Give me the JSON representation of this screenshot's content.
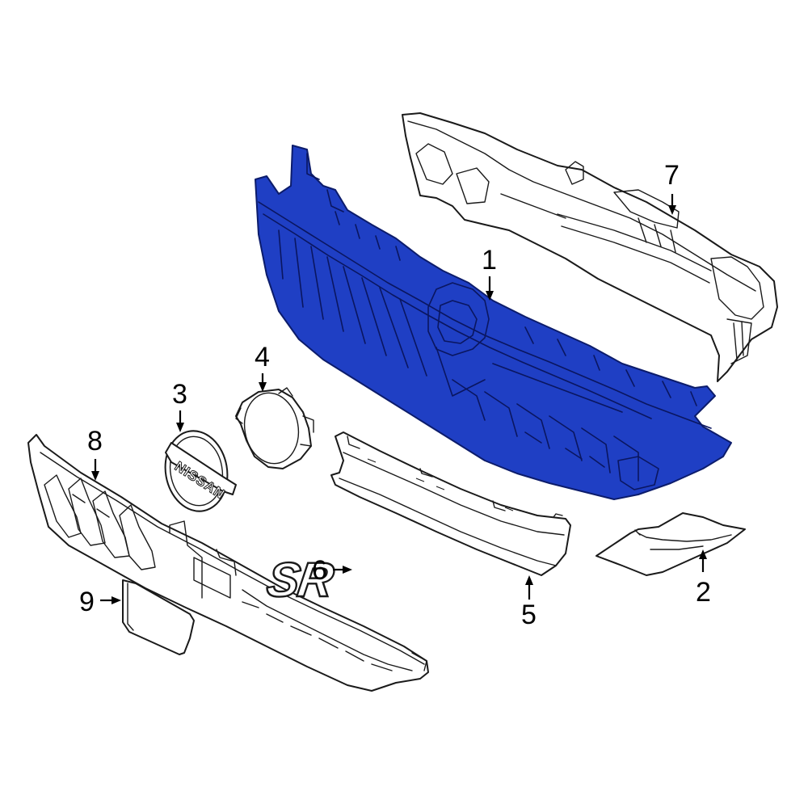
{
  "callouts": [
    {
      "id": "c1",
      "label": "1"
    },
    {
      "id": "c2",
      "label": "2"
    },
    {
      "id": "c3",
      "label": "3"
    },
    {
      "id": "c4",
      "label": "4"
    },
    {
      "id": "c5",
      "label": "5"
    },
    {
      "id": "c6",
      "label": "6"
    },
    {
      "id": "c7",
      "label": "7"
    },
    {
      "id": "c8",
      "label": "8"
    },
    {
      "id": "c9",
      "label": "9"
    }
  ],
  "emblem_text": "NISSAN",
  "badge_text": "SR",
  "colors": {
    "highlight": "#1f3fc4",
    "line": "#1a1a1a",
    "background": "#ffffff"
  }
}
